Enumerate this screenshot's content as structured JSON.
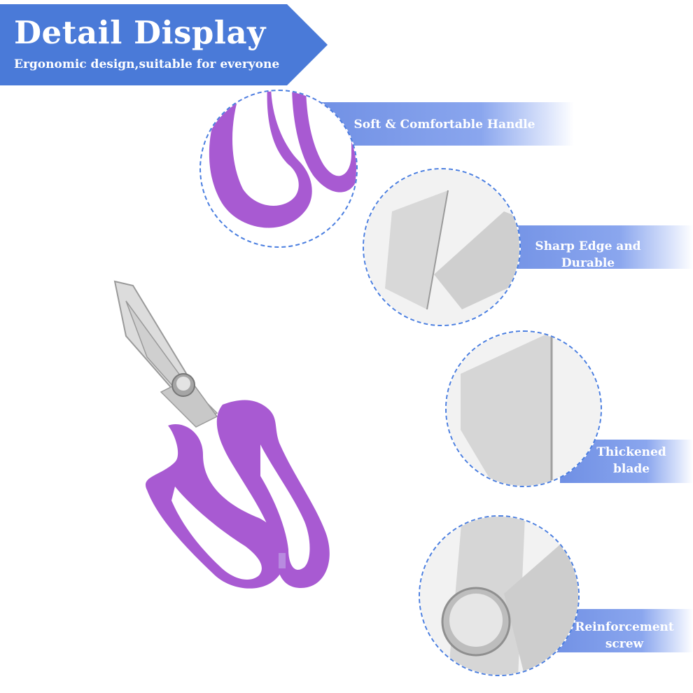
{
  "banner": {
    "title": "Detail Display",
    "subtitle": "Ergonomic design,suitable for everyone"
  },
  "features": [
    {
      "line1": "Soft & Comfortable Handle",
      "line2": ""
    },
    {
      "line1": "Sharp Edge and",
      "line2": "Durable"
    },
    {
      "line1": "Thickened",
      "line2": "blade"
    },
    {
      "line1": "Reinforcement",
      "line2": "screw"
    }
  ],
  "colors": {
    "banner": "#4a7ad8",
    "bar": "#7b98e8",
    "handle": "#a85ad2",
    "dashed_circle": "#4a7ee0",
    "blade": "#dcdcdc"
  },
  "product": {
    "name": "scissors",
    "handle_color": "purple"
  }
}
